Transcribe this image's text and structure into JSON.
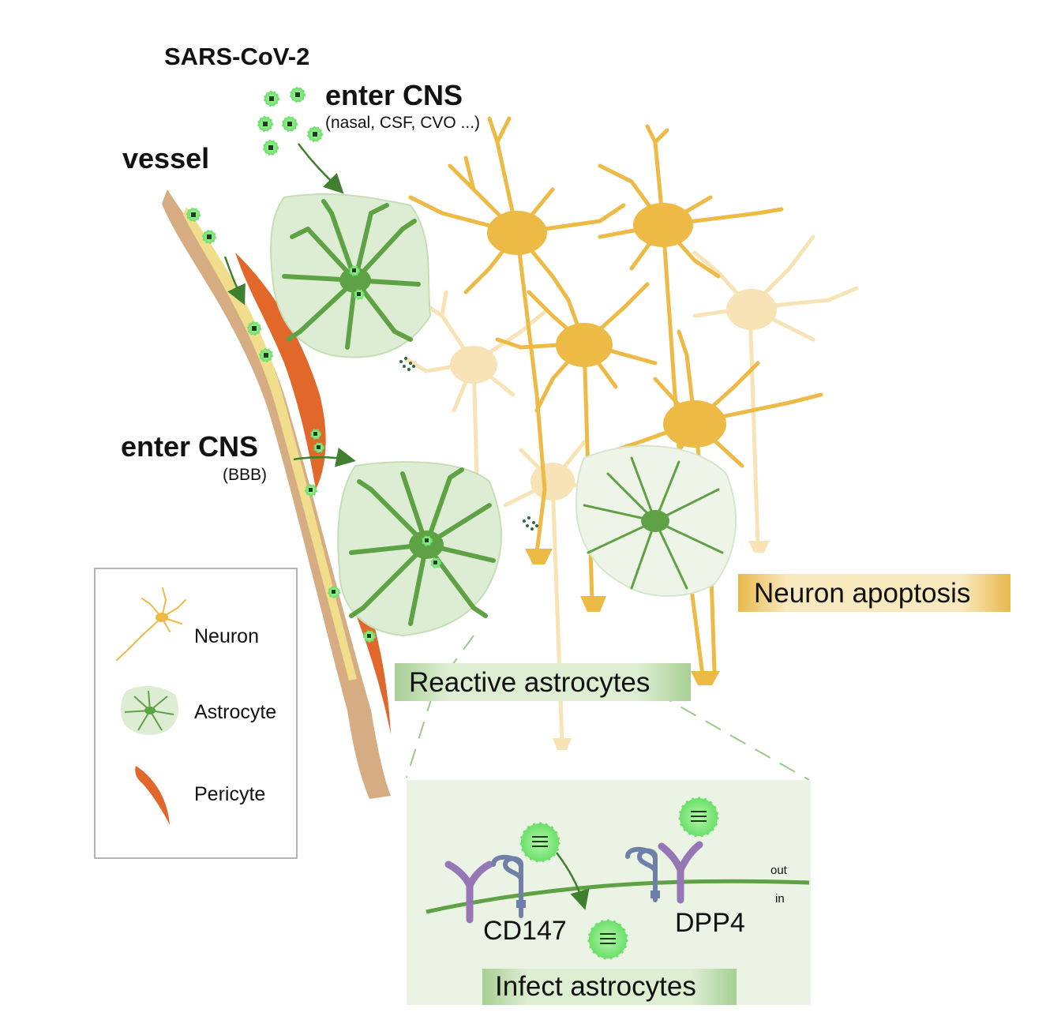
{
  "virus": {
    "name": "SARS-CoV-2"
  },
  "route_nasal": {
    "title": "enter CNS",
    "detail": "(nasal, CSF, CVO ...)"
  },
  "vessel": {
    "label": "vessel"
  },
  "route_bbb": {
    "title": "enter CNS",
    "detail": "(BBB)"
  },
  "outcomes": {
    "neuron_apoptosis": "Neuron apoptosis",
    "reactive_astrocytes": "Reactive astrocytes",
    "infect_astrocytes": "Infect astrocytes"
  },
  "receptors": {
    "cd147": "CD147",
    "dpp4": "DPP4"
  },
  "membrane": {
    "out": "out",
    "in": "in"
  },
  "legend": {
    "items": [
      {
        "label": "Neuron",
        "icon": "neuron-icon"
      },
      {
        "label": "Astrocyte",
        "icon": "astrocyte-icon"
      },
      {
        "label": "Pericyte",
        "icon": "pericyte-icon"
      }
    ]
  },
  "colors": {
    "neuron": "#EDBA45",
    "neuron_faded": "#F7E3B5",
    "astrocyte": "#5FA145",
    "astrocyte_fill": "#DDEDD4",
    "virus": "#6BE06B",
    "vessel_outer": "#D6AD83",
    "vessel_inner": "#F1DE8C",
    "pericyte": "#E2672A",
    "receptor_purple": "#9477B4",
    "receptor_blue": "#6E7FA8",
    "arrow": "#3F7F2F"
  }
}
